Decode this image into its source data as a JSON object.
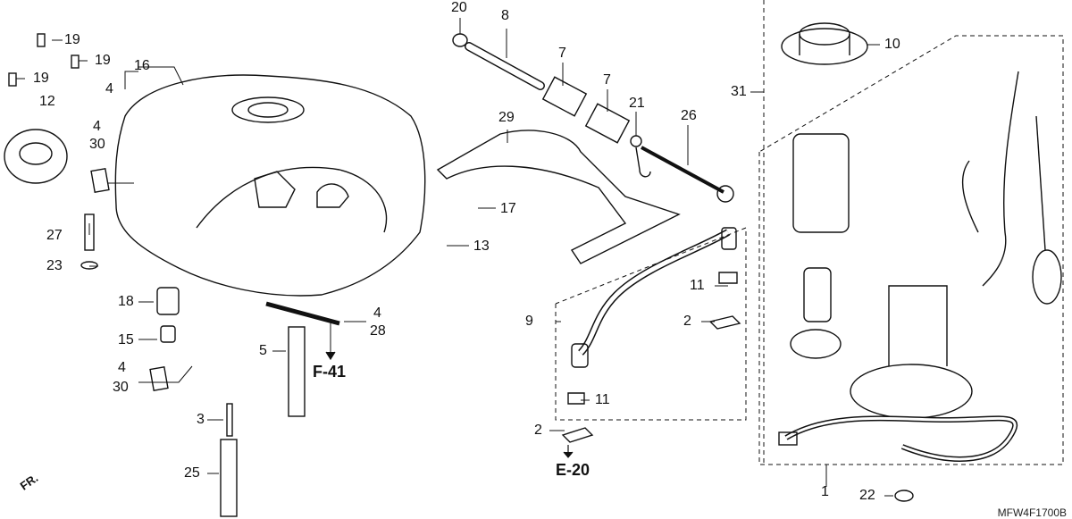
{
  "diagram": {
    "labels": [
      {
        "id": "n19a",
        "text": "19"
      },
      {
        "id": "n19b",
        "text": "19"
      },
      {
        "id": "n19c",
        "text": "19"
      },
      {
        "id": "n16",
        "text": "16"
      },
      {
        "id": "n4a",
        "text": "4"
      },
      {
        "id": "n12",
        "text": "12"
      },
      {
        "id": "n4b",
        "text": "4"
      },
      {
        "id": "n30a",
        "text": "30"
      },
      {
        "id": "n27",
        "text": "27"
      },
      {
        "id": "n23",
        "text": "23"
      },
      {
        "id": "n18",
        "text": "18"
      },
      {
        "id": "n15",
        "text": "15"
      },
      {
        "id": "n4c",
        "text": "4"
      },
      {
        "id": "n30b",
        "text": "30"
      },
      {
        "id": "n3",
        "text": "3"
      },
      {
        "id": "n25",
        "text": "25"
      },
      {
        "id": "n5",
        "text": "5"
      },
      {
        "id": "n4d",
        "text": "4"
      },
      {
        "id": "n28",
        "text": "28"
      },
      {
        "id": "n20",
        "text": "20"
      },
      {
        "id": "n8",
        "text": "8"
      },
      {
        "id": "n7a",
        "text": "7"
      },
      {
        "id": "n7b",
        "text": "7"
      },
      {
        "id": "n21",
        "text": "21"
      },
      {
        "id": "n29",
        "text": "29"
      },
      {
        "id": "n26",
        "text": "26"
      },
      {
        "id": "n17",
        "text": "17"
      },
      {
        "id": "n13",
        "text": "13"
      },
      {
        "id": "n11a",
        "text": "11"
      },
      {
        "id": "n9",
        "text": "9"
      },
      {
        "id": "n2a",
        "text": "2"
      },
      {
        "id": "n11b",
        "text": "11"
      },
      {
        "id": "n2b",
        "text": "2"
      },
      {
        "id": "n10",
        "text": "10"
      },
      {
        "id": "n31",
        "text": "31"
      },
      {
        "id": "n1",
        "text": "1"
      },
      {
        "id": "n22",
        "text": "22"
      }
    ],
    "refs": {
      "f41": "F-41",
      "e20": "E-20"
    },
    "front_marker": "FR.",
    "drawing_code": "MFW4F1700B"
  }
}
